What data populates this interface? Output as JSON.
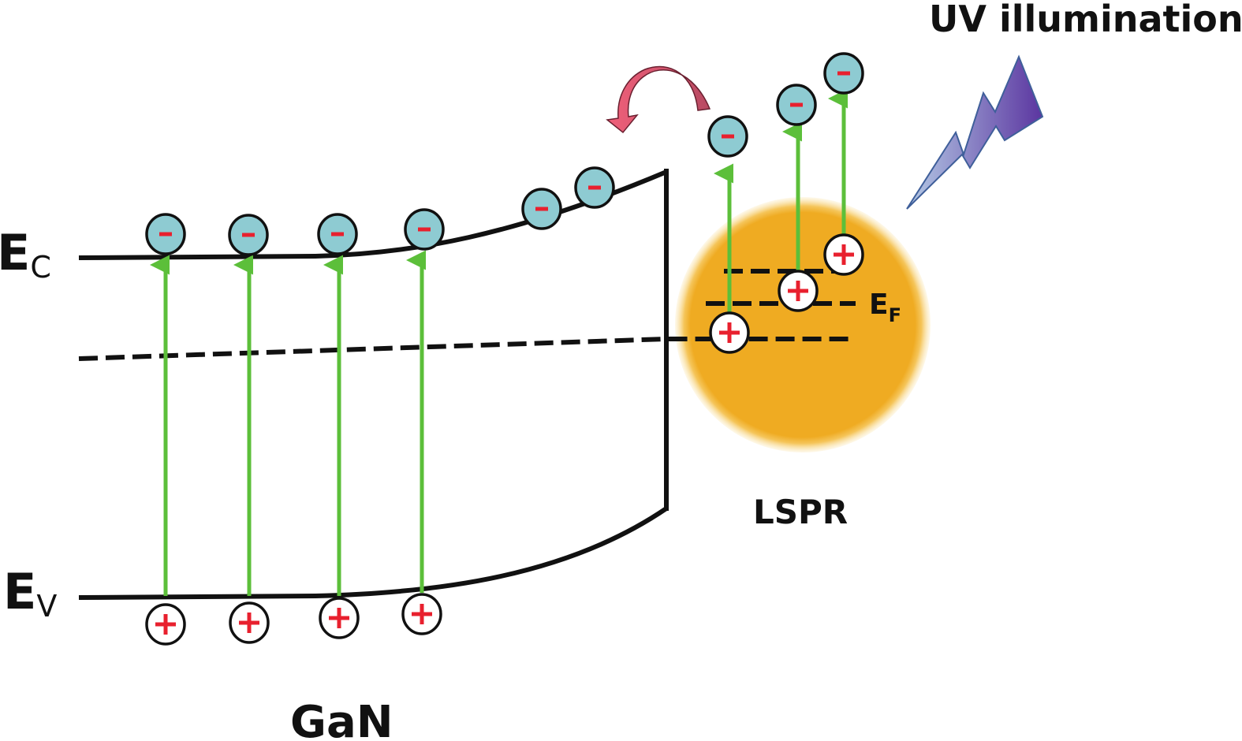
{
  "labels": {
    "ec_main": "E",
    "ec_sub": "C",
    "ev_main": "E",
    "ev_sub": "V",
    "ef_main": "E",
    "ef_sub": "F",
    "gan": "GaN",
    "lspr": "LSPR",
    "uv": "UV illumination"
  },
  "symbols": {
    "electron": "-",
    "hole": "+"
  },
  "colors": {
    "electron_fill": "#8ecbd2",
    "charge_sign": "#e8202e",
    "arrow_green": "#5cbf3a",
    "particle_core": "#efab22",
    "particle_glow": "#f7d680",
    "transfer_arrow": "#d95a72",
    "lightning_light": "#b5cbe6",
    "lightning_dark": "#5b35a0"
  }
}
